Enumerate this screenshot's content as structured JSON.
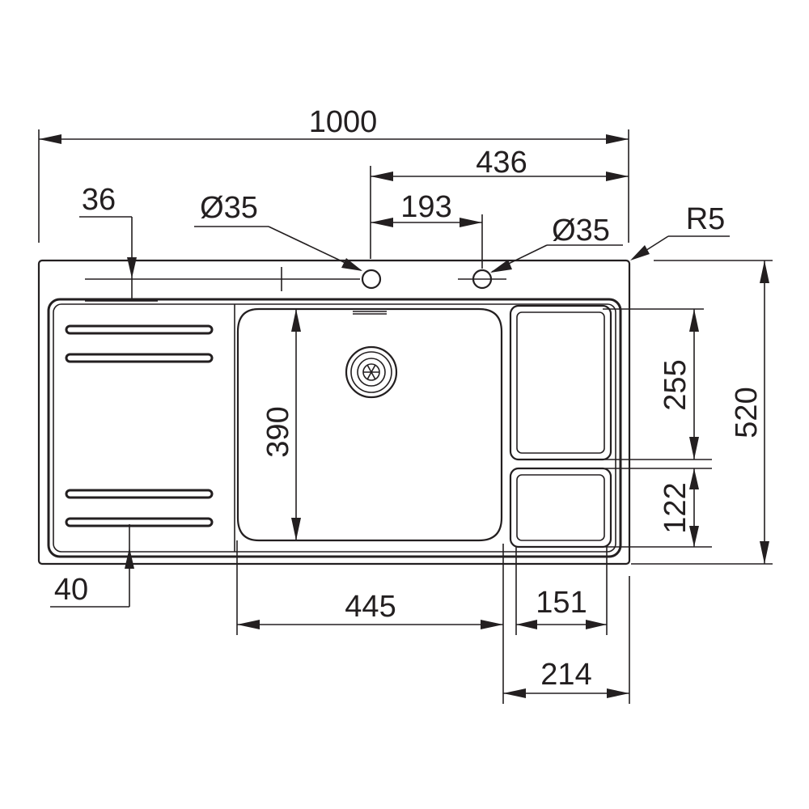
{
  "dimensions": {
    "overall_width": "1000",
    "tap_offset": "436",
    "tap_spacing": "193",
    "edge_offset_top": "36",
    "tap_hole_left": "Ø35",
    "tap_hole_right": "Ø35",
    "corner_radius": "R5",
    "overall_depth": "520",
    "bowl_depth": "390",
    "small_bowl_top_depth": "255",
    "small_bowl_bottom_depth": "122",
    "drainer_edge": "40",
    "bowl_width": "445",
    "small_bowl_width": "151",
    "side_width": "214"
  },
  "colors": {
    "line": "#231f20",
    "background": "#ffffff"
  }
}
